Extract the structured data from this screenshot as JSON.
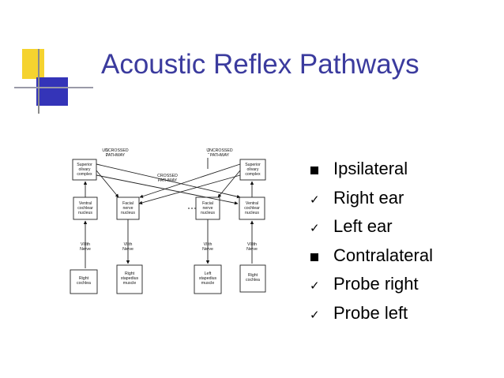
{
  "title": "Acoustic Reflex Pathways",
  "diagram": {
    "labels": {
      "uncrossed_left": [
        "UNCROSSED",
        "PATHWAY"
      ],
      "uncrossed_right": [
        "UNCROSSED",
        "PATHWAY"
      ],
      "crossed": [
        "CROSSED",
        "PATHWAY"
      ],
      "superior_olivary_left": [
        "Superior",
        "olivary",
        "complex"
      ],
      "superior_olivary_right": [
        "Superior",
        "olivary",
        "complex"
      ],
      "ventral_cochlear_left": [
        "Ventral",
        "cochlear",
        "nucleus"
      ],
      "ventral_cochlear_right": [
        "Ventral",
        "cochlear",
        "nucleus"
      ],
      "facial_nucleus_left": [
        "Facial",
        "nerve",
        "nucleus"
      ],
      "facial_nucleus_right": [
        "Facial",
        "nerve",
        "nucleus"
      ],
      "viii_nerve_left": [
        "VIIIth",
        "Nerve"
      ],
      "vii_nerve_left": [
        "VIIth",
        "Nerve"
      ],
      "vii_nerve_right": [
        "VIIth",
        "Nerve"
      ],
      "viii_nerve_right": [
        "VIIIth",
        "Nerve"
      ],
      "right_cochlea": [
        "Right",
        "cochlea"
      ],
      "right_stapedius": [
        "Right",
        "stapedius",
        "muscle"
      ],
      "left_stapedius": [
        "Left",
        "stapedius",
        "muscle"
      ],
      "left_cochlea": [
        "Right",
        "cochlea"
      ]
    }
  },
  "bullets": [
    {
      "text": "Ipsilateral",
      "marker": "square-bullet-icon"
    },
    {
      "text": "Right ear",
      "marker": "checkmark-icon"
    },
    {
      "text": "Left ear",
      "marker": "checkmark-icon"
    },
    {
      "text": "Contralateral",
      "marker": "square-bullet-icon"
    },
    {
      "text": "Probe right",
      "marker": "checkmark-icon"
    },
    {
      "text": "Probe left",
      "marker": "checkmark-icon"
    }
  ],
  "colors": {
    "title": "#3b3b9e",
    "deco_yellow": "#f5d32f",
    "deco_blue": "#3434b8",
    "deco_line": "#8a8a8a"
  }
}
